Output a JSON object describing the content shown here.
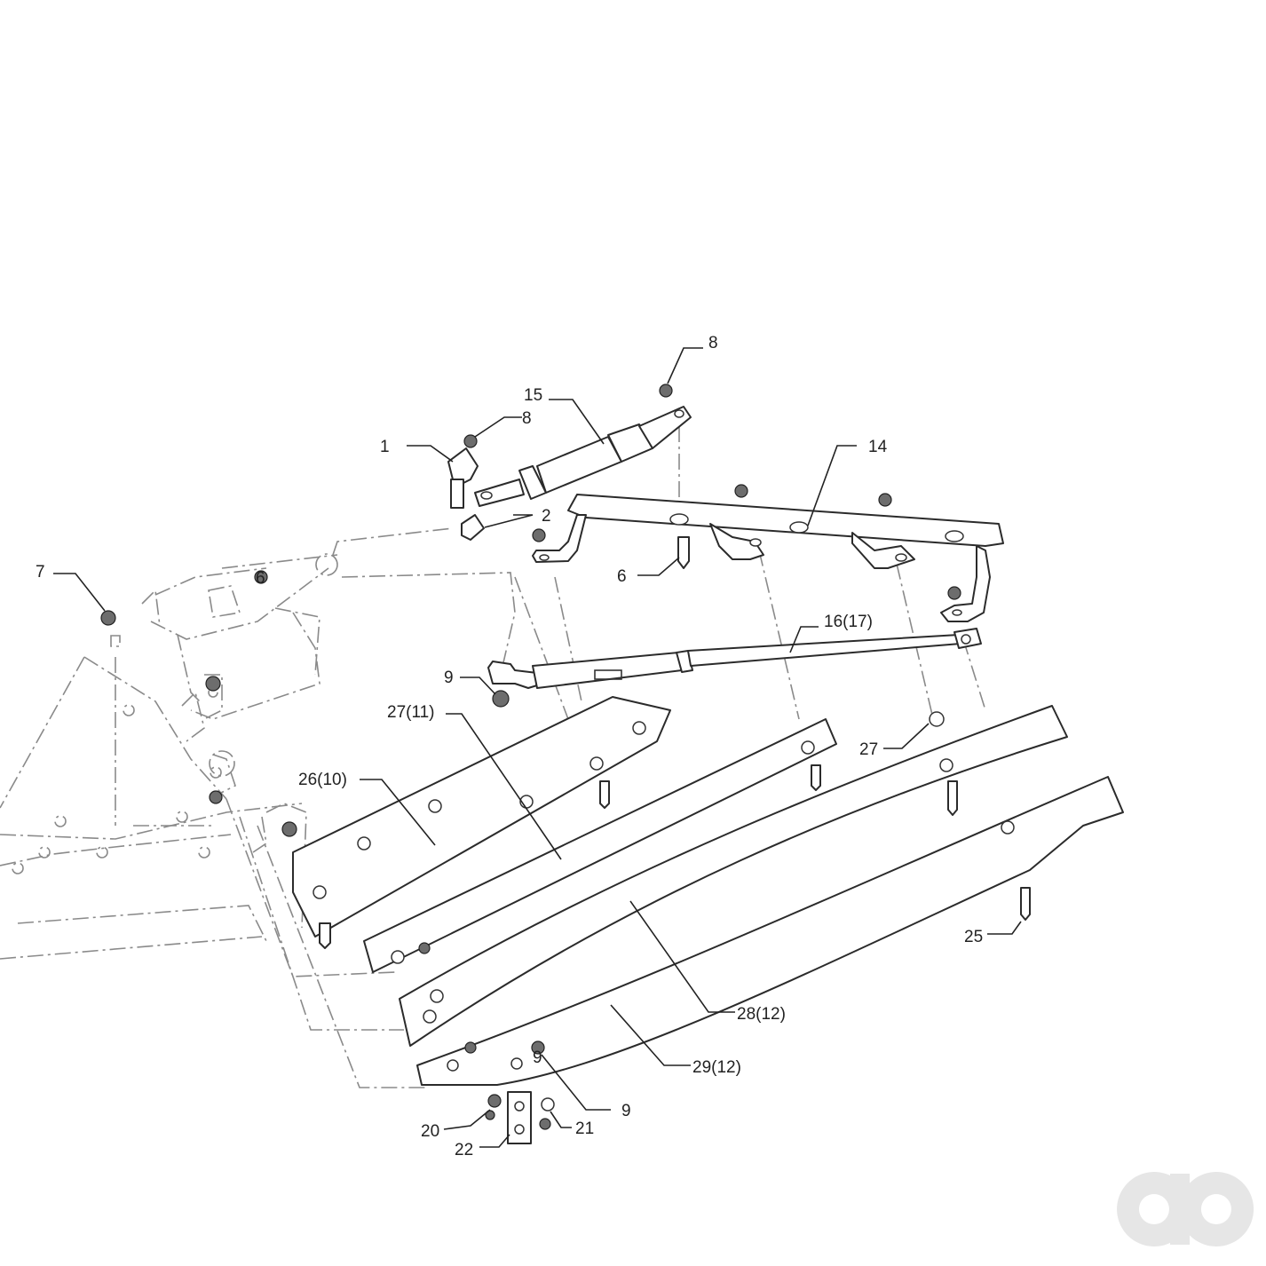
{
  "labels": [
    {
      "id": "l1",
      "text": "1"
    },
    {
      "id": "l2",
      "text": "2"
    },
    {
      "id": "l6a",
      "text": "6"
    },
    {
      "id": "l6b",
      "text": "6"
    },
    {
      "id": "l7",
      "text": "7"
    },
    {
      "id": "l8a",
      "text": "8"
    },
    {
      "id": "l8b",
      "text": "8"
    },
    {
      "id": "l9a",
      "text": "9"
    },
    {
      "id": "l9b",
      "text": "9"
    },
    {
      "id": "l9c",
      "text": "9"
    },
    {
      "id": "l14",
      "text": "14"
    },
    {
      "id": "l15",
      "text": "15"
    },
    {
      "id": "l16",
      "text": "16(17)"
    },
    {
      "id": "l20",
      "text": "20"
    },
    {
      "id": "l21",
      "text": "21"
    },
    {
      "id": "l22",
      "text": "22"
    },
    {
      "id": "l25",
      "text": "25"
    },
    {
      "id": "l26",
      "text": "26(10)"
    },
    {
      "id": "l27a",
      "text": "27(11)"
    },
    {
      "id": "l27b",
      "text": "27"
    },
    {
      "id": "l28",
      "text": "28(12)"
    },
    {
      "id": "l29",
      "text": "29(12)"
    }
  ],
  "logo": {
    "icon": "brand-logo-icon",
    "color": "#e6e6e6"
  }
}
